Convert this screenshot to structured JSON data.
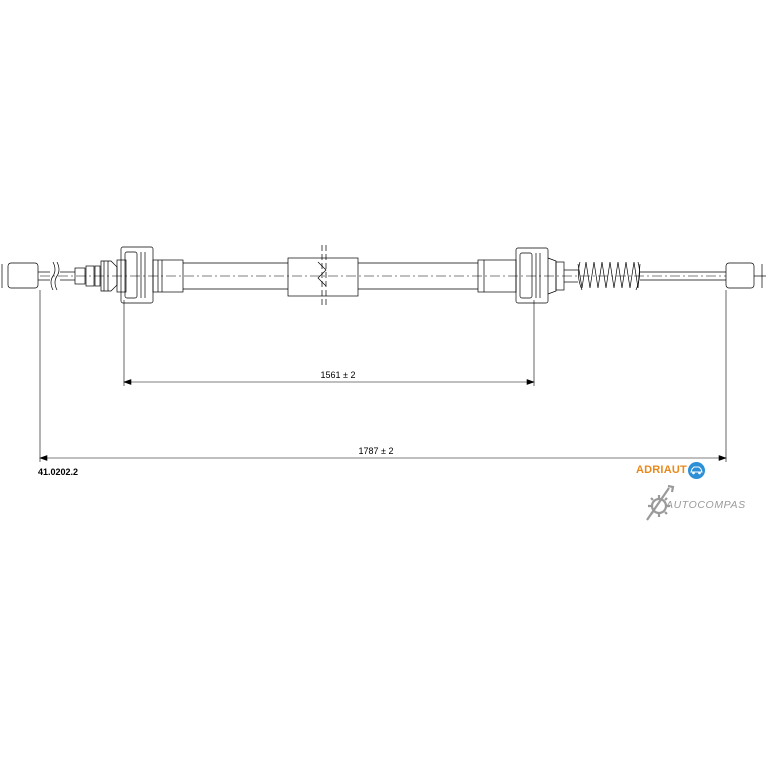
{
  "drawing": {
    "part_number": "41.0202.2",
    "inner_dimension": "1561 ± 2",
    "overall_dimension": "1787 ± 2"
  },
  "brand": {
    "name": "ADRIAUT",
    "accent_color": "#e8891b",
    "badge_color": "#2d8fd6",
    "badge_icon": "car-icon"
  },
  "watermark": {
    "text": "AUTOCOMPAS",
    "icon": "gear-wrench-icon",
    "color": "#9a9a9a"
  }
}
